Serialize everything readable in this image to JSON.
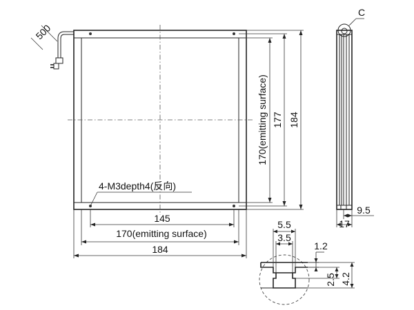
{
  "colors": {
    "line": "#222222",
    "background": "#ffffff"
  },
  "front_view": {
    "cable_length": "500",
    "hole_note": "4-M3depth4(反向)",
    "dim_hole_pitch_h": "145",
    "dim_emit_width": "170(emitting surface)",
    "dim_total_width": "184",
    "dim_emit_height": "170(emitting surface)",
    "dim_inner_height": "177",
    "dim_total_height": "184"
  },
  "side_view": {
    "detail_label": "C",
    "dim_thickness": "17",
    "dim_offset": "9.5"
  },
  "detail_view": {
    "dim_slot_outer": "5.5",
    "dim_slot_inner": "3.5",
    "dim_depth": "1.2",
    "dim_slot_height": "2.5",
    "dim_overall_height": "4.2"
  }
}
